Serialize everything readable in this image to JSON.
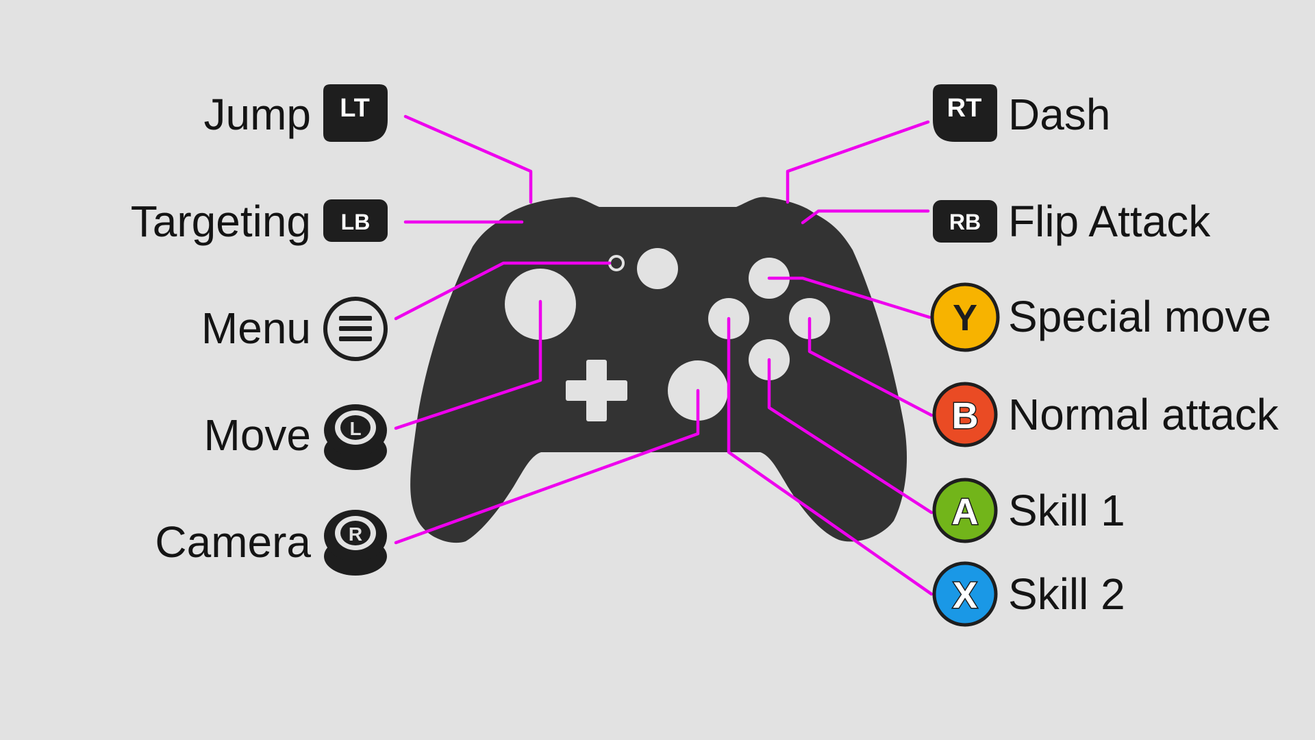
{
  "colors": {
    "background": "#e2e2e2",
    "controller": "#333333",
    "buttons": "#e2e2e2",
    "leader": "#ee00ee",
    "badge": "#1e1e1e",
    "button_y": "#f7b300",
    "button_b": "#ea4b24",
    "button_a": "#72b51a",
    "button_x": "#1a98e6"
  },
  "mappings": {
    "jump": {
      "action": "Jump",
      "badge": "LT",
      "icon": "left-trigger-icon"
    },
    "targeting": {
      "action": "Targeting",
      "badge": "LB",
      "icon": "left-bumper-icon"
    },
    "menu": {
      "action": "Menu",
      "icon": "menu-button-icon"
    },
    "move": {
      "action": "Move",
      "badge": "L",
      "icon": "left-stick-icon"
    },
    "camera": {
      "action": "Camera",
      "badge": "R",
      "icon": "right-stick-icon"
    },
    "dash": {
      "action": "Dash",
      "badge": "RT",
      "icon": "right-trigger-icon"
    },
    "flip_attack": {
      "action": "Flip Attack",
      "badge": "RB",
      "icon": "right-bumper-icon"
    },
    "special_move": {
      "action": "Special move",
      "badge": "Y",
      "icon": "y-button-icon"
    },
    "normal_attack": {
      "action": "Normal attack",
      "badge": "B",
      "icon": "b-button-icon"
    },
    "skill_1": {
      "action": "Skill 1",
      "badge": "A",
      "icon": "a-button-icon"
    },
    "skill_2": {
      "action": "Skill 2",
      "badge": "X",
      "icon": "x-button-icon"
    }
  }
}
